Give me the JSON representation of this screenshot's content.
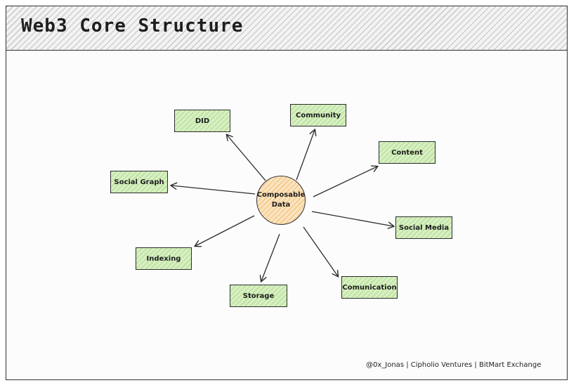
{
  "title": "Web3 Core Structure",
  "center": {
    "line1": "Composable",
    "line2": "Data"
  },
  "nodes": {
    "did": "DID",
    "community": "Community",
    "content": "Content",
    "social_graph": "Social Graph",
    "social_media": "Social Media",
    "indexing": "Indexing",
    "storage": "Storage",
    "comunication": "Comunication"
  },
  "footer": "@0x_Jonas | Cipholio Ventures | BitMart Exchange",
  "colors": {
    "node_fill": "#d8efc4",
    "center_fill": "#fbe4bf",
    "stroke": "#2d2d2d"
  }
}
